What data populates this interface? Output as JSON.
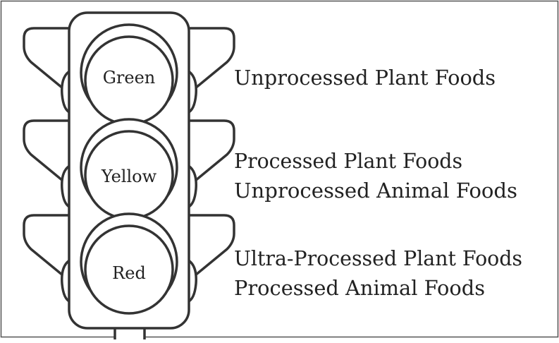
{
  "colors": {
    "stroke": "#333333",
    "frame": "#555555",
    "background": "#ffffff",
    "text": "#222222"
  },
  "lights": [
    {
      "label": "Green",
      "descriptions": [
        "Unprocessed Plant Foods"
      ]
    },
    {
      "label": "Yellow",
      "descriptions": [
        "Processed Plant Foods",
        "Unprocessed Animal Foods"
      ]
    },
    {
      "label": "Red",
      "descriptions": [
        "Ultra-Processed Plant Foods",
        "Processed Animal Foods"
      ]
    }
  ]
}
